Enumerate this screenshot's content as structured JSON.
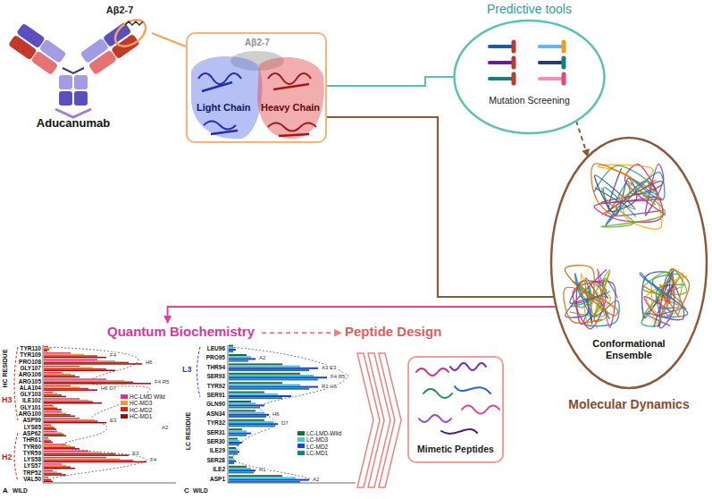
{
  "diagram": {
    "nodes": [
      {
        "text": [
          "Aβ2-7",
          "Aducanumab"
        ]
      },
      {
        "text": [
          "Aβ2-7",
          "Light Chain",
          "Heavy Chain"
        ]
      },
      {
        "text": [
          "Predictive tools",
          "Mutation Screening"
        ]
      },
      {
        "text": [
          "Conformational Ensemble",
          "Molecular Dynamics"
        ]
      },
      {
        "text": [
          "Quantum Biochemistry"
        ]
      },
      {
        "text": [
          "Peptide Design"
        ]
      },
      {
        "text": [
          "Mimetic Peptides"
        ]
      }
    ],
    "edges": [
      {
        "from": 0,
        "to": 1,
        "arrow": "none"
      },
      {
        "from": 1,
        "to": 2,
        "arrow": "none"
      },
      {
        "from": 1,
        "to": 3,
        "arrow": "none"
      },
      {
        "from": 2,
        "to": 3,
        "arrow": "to"
      },
      {
        "from": 3,
        "to": 4,
        "arrow": "to"
      },
      {
        "from": 4,
        "to": 5,
        "arrow": "to"
      }
    ],
    "labels": [
      "HC RESIDUE",
      "TYR110",
      "TYR109",
      "PRO108",
      "GLY107",
      "ARG106",
      "ARG105",
      "ALA104",
      "GLY103",
      "ILE102",
      "GLY101",
      "ARG100",
      "ASP99",
      "LYS65",
      "ASP62",
      "THR61",
      "TYR60",
      "TYR59",
      "LYS58",
      "LYS57",
      "TRP52",
      "VAL50",
      "H3",
      "H2",
      "A",
      "WILD",
      "F4",
      "H6",
      "F4 R5",
      "H6 D7",
      "E3",
      "A2",
      "E3",
      "F4",
      "LC RESIDUE",
      "LEU96",
      "PRO95",
      "THR94",
      "SER93",
      "TYR92",
      "SER91",
      "GLN90",
      "ASN34",
      "TYR32",
      "SER31",
      "SER30",
      "ILE29",
      "SER28",
      "ILE2",
      "ASP1",
      "L3",
      "C",
      "WILD",
      "A2",
      "A3 E3",
      "F4 R5",
      "R1 H6",
      "H6",
      "D7",
      "A2",
      "R1"
    ],
    "legend": [
      {
        "text": "HC-LMD Wild",
        "color": "#e8288f"
      },
      {
        "text": "HC-MD3",
        "color": "#f39c34"
      },
      {
        "text": "HC-MD2",
        "color": "#d62020"
      },
      {
        "text": "HC-MD1",
        "color": "#8e1010"
      },
      {
        "text": "LC-LMD-Wild",
        "color": "#1e6b3c"
      },
      {
        "text": "LC-MD3",
        "color": "#3cc7e6"
      },
      {
        "text": "LC-MD2",
        "color": "#1f3fd1"
      },
      {
        "text": "LC-MD1",
        "color": "#1d7f86"
      }
    ]
  }
}
